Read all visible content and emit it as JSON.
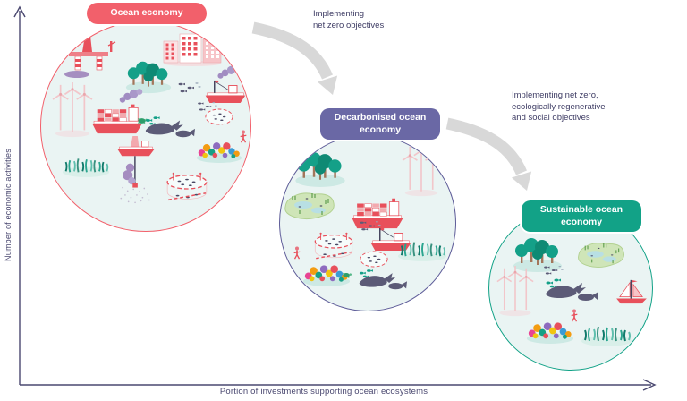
{
  "axes": {
    "y_label": "Number of economic activities",
    "x_label": "Portion of investments supporting ocean ecosystems"
  },
  "stages": [
    {
      "label": "Ocean economy",
      "color": "#f2606b",
      "items": [
        "oil-platform-icon",
        "coastal-buildings-icon",
        "mangrove-trees-icon",
        "fishing-trawler-icon",
        "smoke-plume-icon",
        "fish-pen-icon",
        "wind-turbines-icon",
        "cargo-ship-icon",
        "whale-pod-icon",
        "turtle-icon",
        "coral-reef-icon",
        "diver-icon",
        "seaweed-icon",
        "drill-ship-icon",
        "aquaculture-pen-icon",
        "fish-school-icon"
      ]
    },
    {
      "label": "Decarbonised ocean economy",
      "color": "#6a68a5",
      "items": [
        "mangrove-trees-icon",
        "wind-turbines-icon",
        "cargo-ship-icon",
        "wetland-icon",
        "fishing-trawler-icon",
        "aquaculture-pen-icon",
        "fish-pen-icon",
        "seaweed-icon",
        "coral-reef-icon",
        "diver-icon",
        "whale-pod-icon",
        "turtle-icon",
        "fish-school-icon"
      ]
    },
    {
      "label": "Sustainable ocean economy",
      "color": "#12a287",
      "items": [
        "mangrove-trees-icon",
        "wetland-icon",
        "wind-turbines-icon",
        "whale-pod-icon",
        "fish-school-icon",
        "sailboat-icon",
        "coral-reef-icon",
        "diver-icon",
        "seaweed-icon"
      ]
    }
  ],
  "annotations": [
    {
      "text": "Implementing\nnet zero objectives"
    },
    {
      "text": "Implementing net zero,\necologically regenerative\nand social objectives"
    }
  ]
}
